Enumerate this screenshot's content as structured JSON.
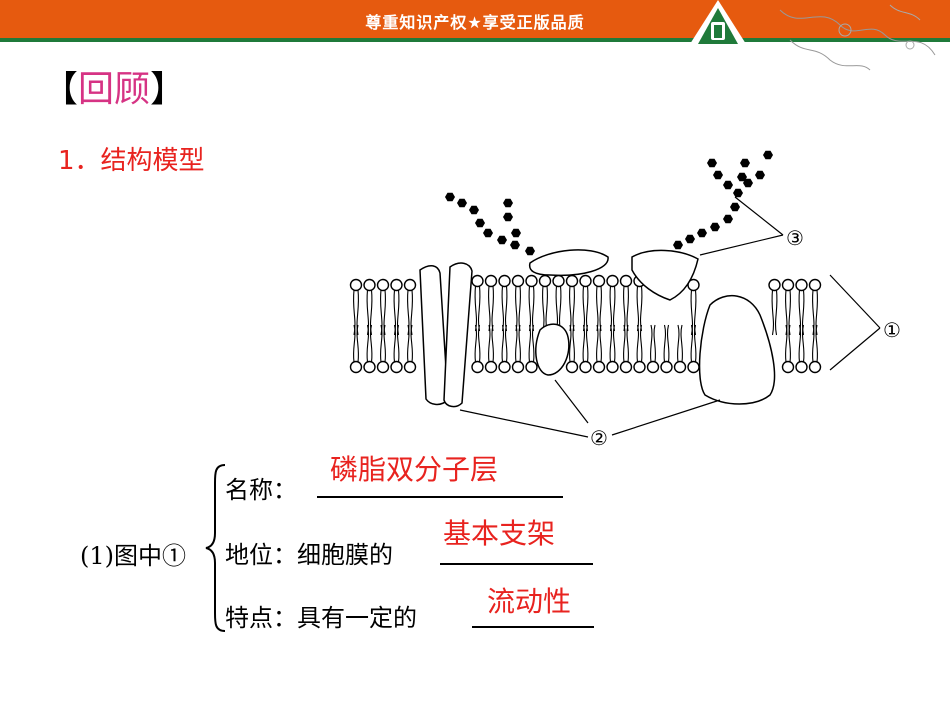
{
  "banner": {
    "text": "尊重知识产权★享受正版品质"
  },
  "review": {
    "open": "【",
    "label": "回顾",
    "close": "】"
  },
  "heading": {
    "number": "1．",
    "title": "结构模型"
  },
  "diagram": {
    "labels": [
      "①",
      "②",
      "③"
    ],
    "icon": "cell-membrane-diagram"
  },
  "question": {
    "prefix": "(1)图中①",
    "rows": [
      {
        "label": "名称：",
        "answer": "磷脂双分子层"
      },
      {
        "label": "地位：细胞膜的",
        "answer": "基本支架"
      },
      {
        "label": "特点：具有一定的",
        "answer": "流动性"
      }
    ]
  },
  "colors": {
    "banner": "#e65a0f",
    "stripe": "#1f7a3a",
    "answer": "#e8231f",
    "review": "#d63384"
  }
}
